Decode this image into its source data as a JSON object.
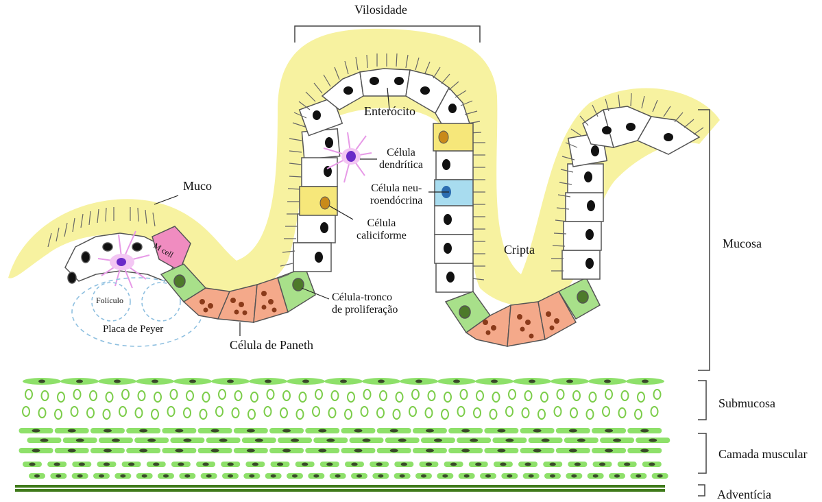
{
  "labels": {
    "vilosidade": "Vilosidade",
    "enterocito": "Enterócito",
    "muco": "Muco",
    "celula_dendritica_1": "Célula",
    "celula_dendritica_2": "dendrítica",
    "celula_neuroendocrina_1": "Célula neu-",
    "celula_neuroendocrina_2": "roendócrina",
    "celula_caliciforme_1": "Célula",
    "celula_caliciforme_2": "caliciforme",
    "m_cell": "M cell",
    "cripta": "Cripta",
    "mucosa": "Mucosa",
    "foliculo": "Folículo",
    "placa_de_peyer": "Placa de Peyer",
    "celula_tronco_1": "Célula-tronco",
    "celula_tronco_2": "de proliferação",
    "celula_de_paneth": "Célula de Paneth",
    "submucosa": "Submucosa",
    "camada_muscular": "Camada muscular",
    "adventicia": "Adventícia"
  },
  "colors": {
    "mucus": "#f7f2a0",
    "cell_fill": "#ffffff",
    "cell_stroke": "#555555",
    "nucleus": "#111111",
    "goblet": "#f6e77a",
    "goblet_nucleus": "#c98a1a",
    "neuroendocrine": "#a8dcef",
    "neuroendocrine_nucleus": "#2b6cb0",
    "stem_cell": "#a8e08a",
    "stem_nucleus": "#4d7a2a",
    "paneth": "#f4a98a",
    "paneth_granule": "#8a3a1a",
    "m_cell": "#f08cc0",
    "dendritic": "#f0a8f0",
    "dendritic_nucleus": "#6a2ac8",
    "follicle": "#8fc0e0",
    "submucosa_ring": "#7ccd4a",
    "muscle": "#8ee06a",
    "muscle_nucleus": "#3a4a2a",
    "adventitia": "#3f7a1a",
    "bracket": "#444444"
  }
}
